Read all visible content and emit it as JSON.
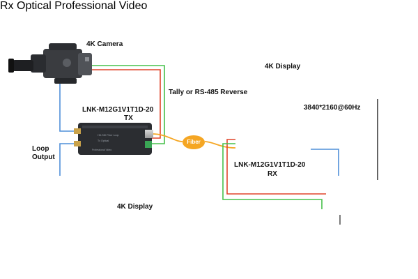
{
  "labels": {
    "camera": "4K Camera",
    "tally": "Tally or RS-485 Reverse",
    "tx_model": "LNK-M12G1V1T1D-20",
    "tx": "TX",
    "loop_output": "Loop Output",
    "display_left": "4K Display",
    "display_right": "4K Display",
    "resolution": "3840*2160@60Hz",
    "rx_model": "LNK-M12G1V1T1D-20",
    "rx": "RX",
    "fiber": "Fiber"
  },
  "colors": {
    "blue_line": "#4f8fd8",
    "red_line": "#e0442a",
    "green_line": "#47c04a",
    "orange_line": "#f5a623",
    "device_body": "#2b2d31",
    "display_frame": "#555555",
    "connector_gold": "#c9a24a"
  },
  "icons": {
    "camera": "broadcast-camera-icon",
    "tx_box": "fiber-transmitter-icon",
    "rx_box": "fiber-receiver-icon",
    "rack": "rack-equipment-icon",
    "controller": "ptz-controller-icon",
    "display": "display-monitor-icon"
  }
}
